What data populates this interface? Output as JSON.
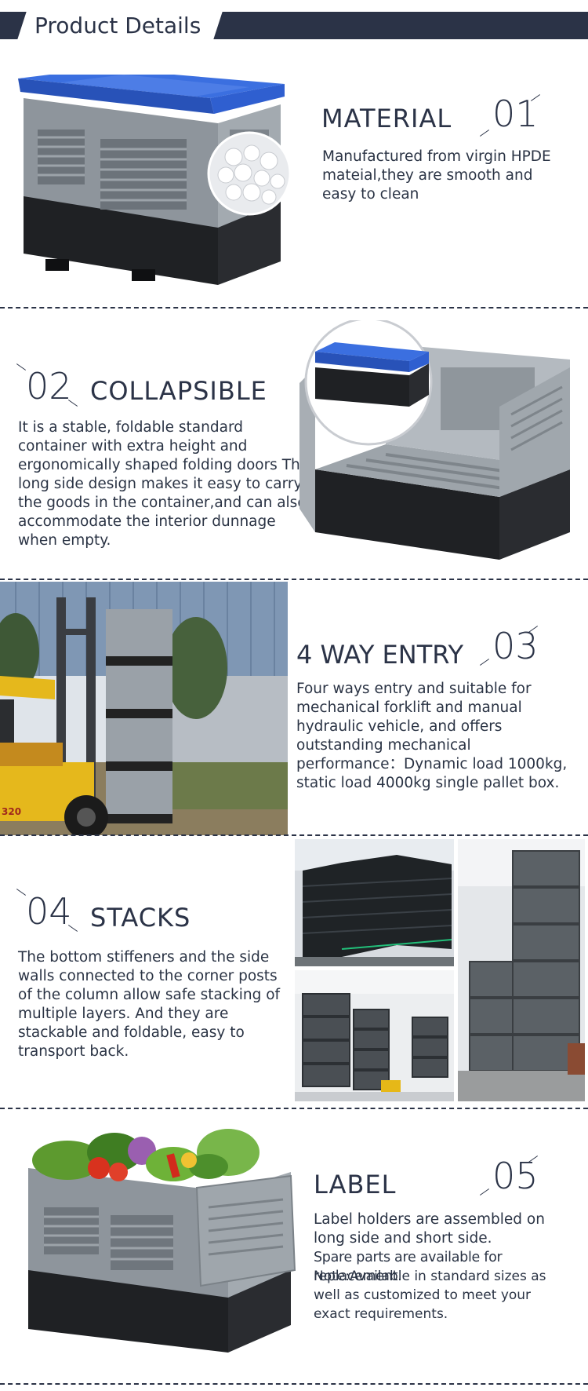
{
  "header": {
    "title": "Product Details"
  },
  "sections": [
    {
      "heading": "MATERIAL",
      "number": "01",
      "text": "Manufactured from virgin HPDE mateial,they are smooth and easy to clean"
    },
    {
      "heading": "COLLAPSIBLE",
      "number": "02",
      "text": "It is a stable, foldable standard container with extra height and ergonomically shaped folding doors The long side design makes it easy to carry the goods in the container,and can also accommodate the interior dunnage when empty."
    },
    {
      "heading": "4 WAY ENTRY",
      "number": "03",
      "text": "Four ways entry and suitable for mechanical forklift and manual hydraulic vehicle, and offers outstanding mechanical performance：Dynamic load 1000kg, static load 4000kg single pallet box."
    },
    {
      "heading": "STACKS",
      "number": "04",
      "text": "The bottom stiffeners and the side walls connected to the corner posts of the column allow safe stacking of multiple layers. And they are stackable and foldable, easy to transport back."
    },
    {
      "heading": "LABEL",
      "number": "05",
      "lines": [
        "Label holders are assembled on long side and short side.",
        "Spare parts are available for replacement.",
        "Note:Available in standard sizes as well as customized to meet your exact requirements."
      ]
    }
  ],
  "images": {
    "forklift_plate": "320"
  },
  "colors": {
    "navy": "#2b3347",
    "lid_blue": "#2f5fd0",
    "crate_gray": "#8e959c",
    "base_black": "#1d1f22"
  }
}
